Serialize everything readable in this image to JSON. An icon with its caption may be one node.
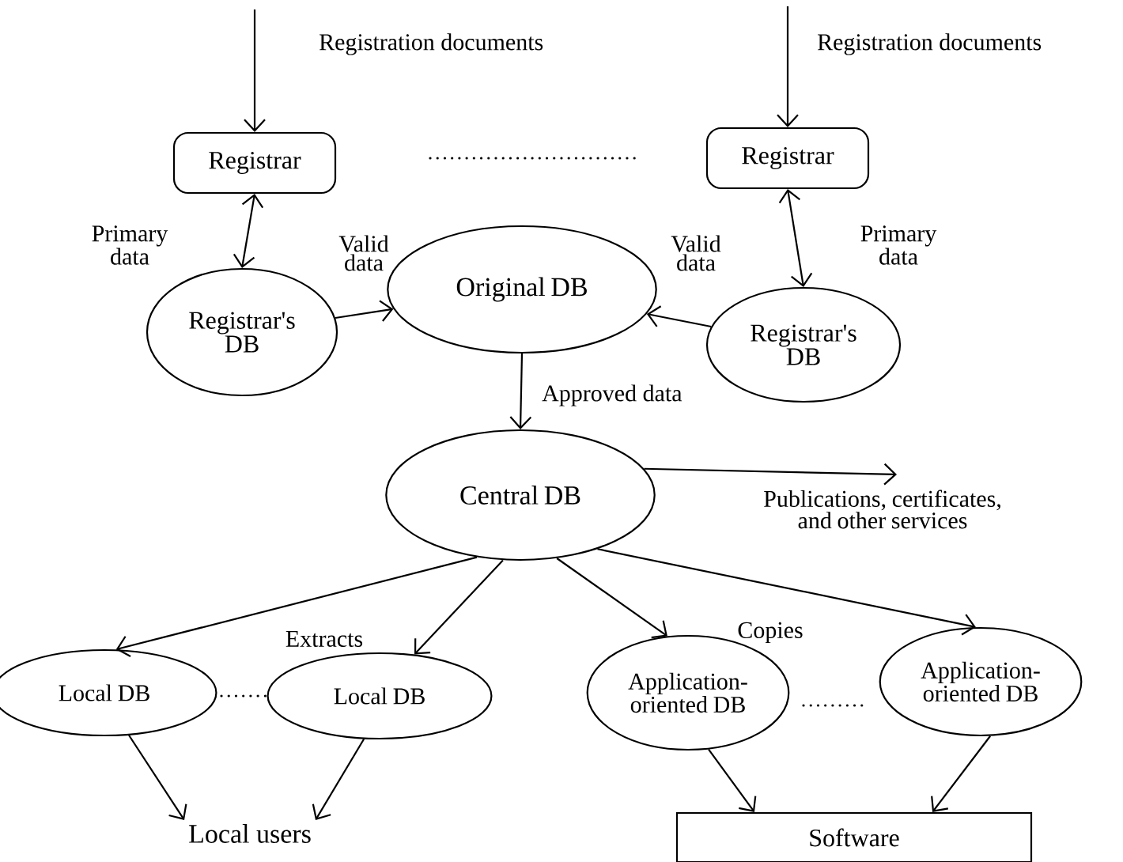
{
  "diagram": {
    "nodes": [
      {
        "text": [
          "Registrar"
        ]
      },
      {
        "text": [
          "Registrar"
        ]
      },
      {
        "text": [
          "Registrar's DB"
        ]
      },
      {
        "text": [
          "Original DB"
        ]
      },
      {
        "text": [
          "Registrar's DB"
        ]
      },
      {
        "text": [
          "Central DB"
        ]
      },
      {
        "text": [
          "Local DB"
        ]
      },
      {
        "text": [
          "Local DB"
        ]
      },
      {
        "text": [
          "Application-oriented DB"
        ]
      },
      {
        "text": [
          "Application-oriented DB"
        ]
      },
      {
        "text": [
          "Local users"
        ]
      },
      {
        "text": [
          "Software"
        ]
      }
    ],
    "edges": [
      {
        "from": null,
        "to": 0,
        "arrow": "to",
        "label": "Registration documents"
      },
      {
        "from": null,
        "to": 1,
        "arrow": "to",
        "label": "Registration documents"
      },
      {
        "from": 0,
        "to": 2,
        "arrow": "both",
        "label": "Primary data"
      },
      {
        "from": 1,
        "to": 4,
        "arrow": "both",
        "label": "Primary data"
      },
      {
        "from": 2,
        "to": 3,
        "arrow": "to",
        "label": "Valid data"
      },
      {
        "from": 4,
        "to": 3,
        "arrow": "to",
        "label": "Valid data"
      },
      {
        "from": 3,
        "to": 5,
        "arrow": "to",
        "label": "Approved data"
      },
      {
        "from": 5,
        "to": null,
        "arrow": "to",
        "label": "Publications, certificates, and other services"
      },
      {
        "from": 5,
        "to": 6,
        "arrow": "to"
      },
      {
        "from": 5,
        "to": 7,
        "arrow": "to",
        "label": "Extracts"
      },
      {
        "from": 5,
        "to": 8,
        "arrow": "to"
      },
      {
        "from": 5,
        "to": 9,
        "arrow": "to",
        "label": "Copies"
      },
      {
        "from": 6,
        "to": 10,
        "arrow": "to"
      },
      {
        "from": 7,
        "to": 10,
        "arrow": "to"
      },
      {
        "from": 8,
        "to": 11,
        "arrow": "to"
      },
      {
        "from": 9,
        "to": 11,
        "arrow": "to"
      }
    ]
  }
}
